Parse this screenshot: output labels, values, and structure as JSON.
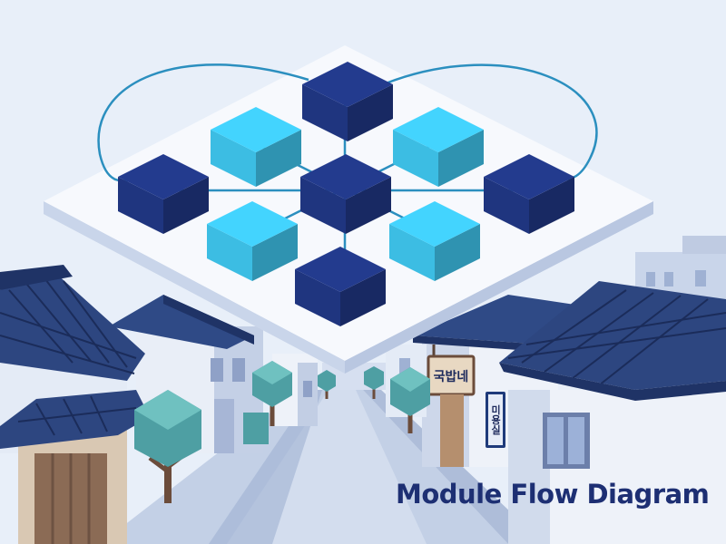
{
  "caption": "Module Flow Diagram",
  "signs": {
    "hanging_sign": "국밥네",
    "wall_sign": "미용실"
  },
  "diagram": {
    "module_count": 9,
    "dark_modules": 5,
    "light_modules": 4
  },
  "colors": {
    "sky": "#e7eef9",
    "dark_module": "#1f357f",
    "light_module": "#3cbde3",
    "roof": "#2d4680",
    "caption": "#1d2f73",
    "tree": "#4e9fa3"
  }
}
